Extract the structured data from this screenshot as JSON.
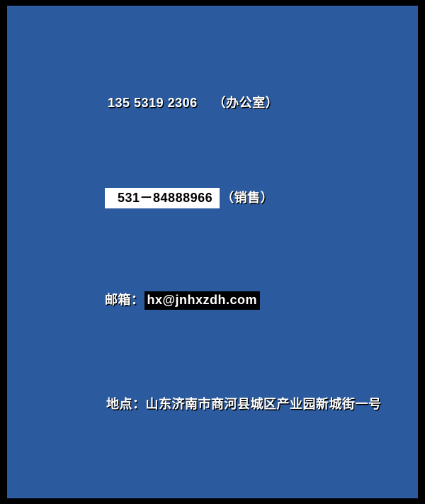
{
  "page": {
    "bg_color": "#2B5A9E",
    "frame_color": "#000000",
    "text_color": "#ffffff"
  },
  "lines": {
    "office": {
      "number": "135 5319 2306",
      "label": "（办公室）"
    },
    "sales": {
      "number": "531－84888966",
      "label": "（销售）"
    },
    "email": {
      "label": "邮箱：",
      "value": "hx@jnhxzdh.com"
    },
    "address": {
      "label": "地点：",
      "value": "山东济南市商河县城区产业园新城街一号"
    }
  }
}
